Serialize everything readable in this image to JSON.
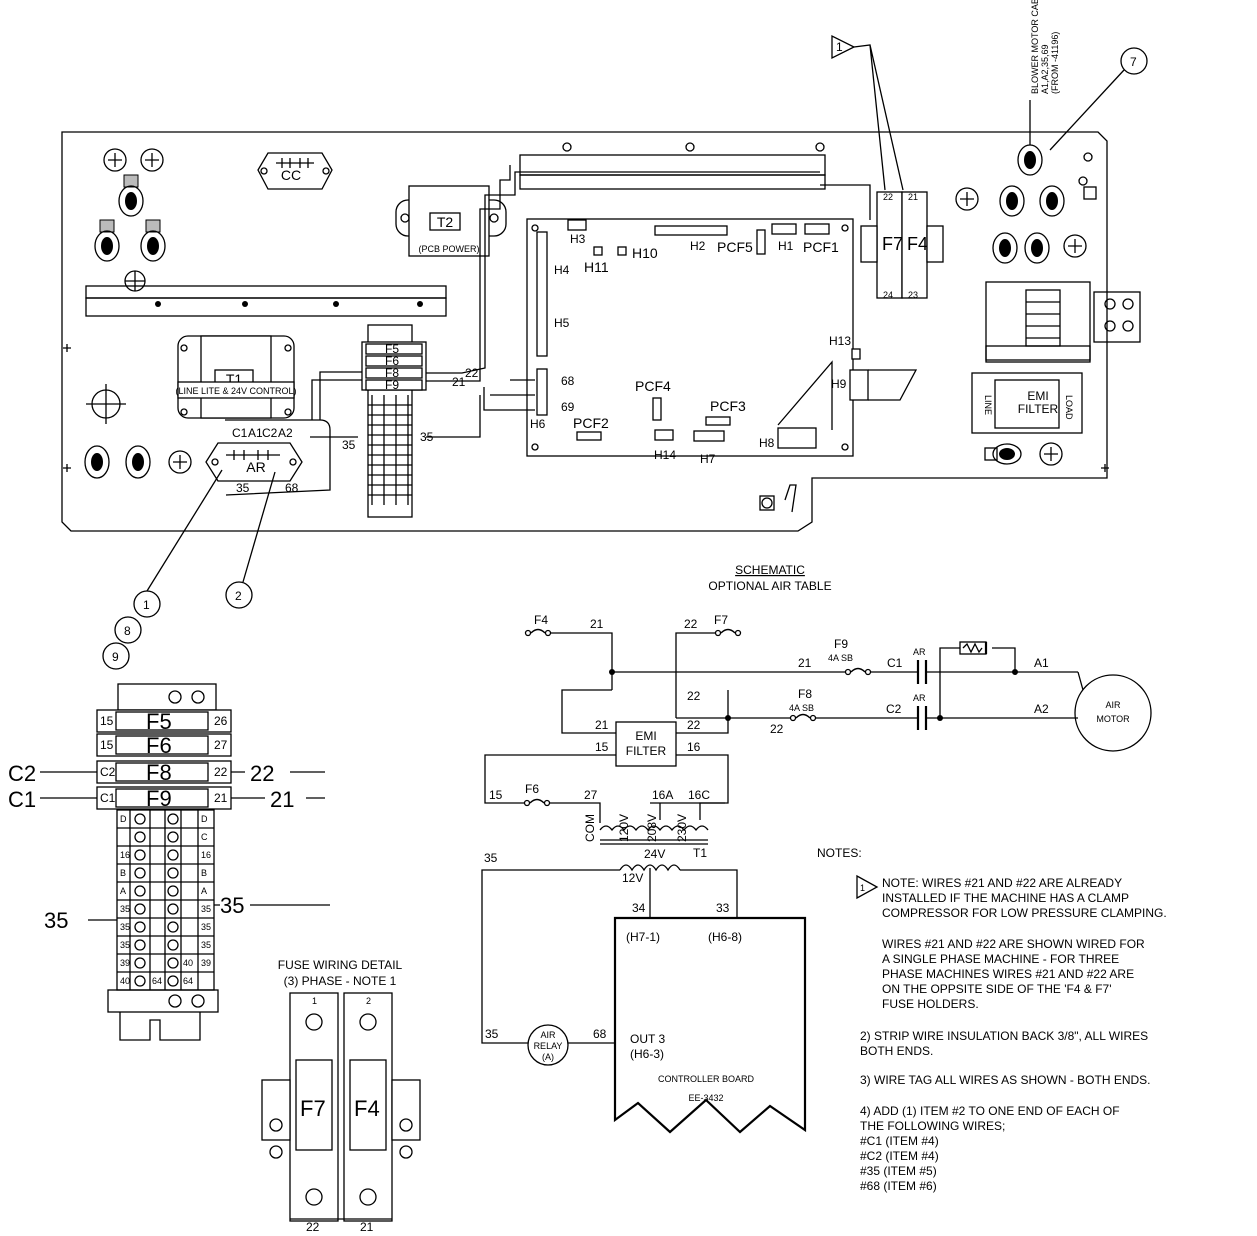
{
  "panel": {
    "cc_label": "CC",
    "t2_label": "T2",
    "t2_sub": "(PCB POWER)",
    "t1_label": "T1",
    "t1_sub": "(LINE LITE & 24V CONTROL)",
    "ar_label": "AR",
    "ar_terms": [
      "C1",
      "A1",
      "C2",
      "A2"
    ],
    "ar_bottom": [
      "35",
      "68"
    ],
    "fuse_strip": [
      "F5",
      "F6",
      "F8",
      "F9"
    ],
    "wire_labels": [
      "22",
      "21",
      "35",
      "35",
      "68",
      "69"
    ],
    "pcb_labels": [
      "H3",
      "H2",
      "PCF5",
      "H1",
      "PCF1",
      "H11",
      "H10",
      "H4",
      "H5",
      "H13",
      "H9",
      "H6",
      "PCF4",
      "PCF3",
      "PCF2",
      "H14",
      "H7",
      "H8"
    ],
    "f7_label": "F7",
    "f4_label": "F4",
    "f7_numbers": [
      "22",
      "24"
    ],
    "f4_numbers": [
      "21",
      "23"
    ],
    "emi_label": "EMI",
    "emi_label2": "FILTER",
    "emi_line": "LINE",
    "emi_load": "LOAD",
    "blower_text": [
      "BLOWER MOTOR CABLE",
      "A1,A2,35,69",
      "(FROM -41196)"
    ]
  },
  "callouts": [
    "1",
    "7",
    "1",
    "2",
    "8",
    "9"
  ],
  "terminal_detail": {
    "fuses": [
      "F5",
      "F6",
      "F8",
      "F9"
    ],
    "left_nums": [
      "15",
      "15",
      "C2",
      "C1"
    ],
    "right_nums": [
      "26",
      "27",
      "22",
      "21"
    ],
    "left_wires": [
      "C2",
      "C1"
    ],
    "right_wires": [
      "22",
      "21"
    ],
    "row_left": [
      "D",
      "16",
      "B",
      "A",
      "35",
      "35",
      "35",
      "39",
      "40",
      "64"
    ],
    "row_right": [
      "D",
      "C",
      "16",
      "B",
      "A",
      "35",
      "35",
      "35",
      "39",
      "40",
      "64"
    ],
    "wire_35_left": "35",
    "wire_35_right": "35"
  },
  "fuse_wiring_detail": {
    "title": "FUSE WIRING DETAIL",
    "subtitle": "(3) PHASE - NOTE 1",
    "f7": "F7",
    "f4": "F4",
    "top": [
      "1",
      "2"
    ],
    "bottom": [
      "22",
      "21"
    ]
  },
  "schematic": {
    "title": "SCHEMATIC",
    "subtitle": "OPTIONAL AIR TABLE",
    "f4": "F4",
    "f7": "F7",
    "w21a": "21",
    "w22a": "22",
    "f9": "F9",
    "f9_rating": "4A  SB",
    "f8": "F8",
    "f8_rating": "4A  SB",
    "w21b": "21",
    "w22b": "22",
    "w22c": "22",
    "c1": "C1",
    "c2": "C2",
    "ar1": "AR",
    "ar2": "AR",
    "a1": "A1",
    "a2": "A2",
    "air_motor_1": "AIR",
    "air_motor_2": "MOTOR",
    "emi_1": "EMI",
    "emi_2": "FILTER",
    "emi_21": "21",
    "emi_22": "22",
    "emi_15": "15",
    "emi_16": "16",
    "w15": "15",
    "f6": "F6",
    "w27": "27",
    "w16a": "16A",
    "w16c": "16C",
    "taps": [
      "COM",
      "120V",
      "208V",
      "230V"
    ],
    "v24": "24V",
    "t1": "T1",
    "v12": "12V",
    "w35": "35",
    "w34": "34",
    "w33": "33",
    "h7": "(H7-1)",
    "h6": "(H6-8)",
    "w35b": "35",
    "relay_1": "AIR",
    "relay_2": "RELAY",
    "relay_3": "(A)",
    "w68": "68",
    "out3": "OUT 3",
    "h63": "(H6-3)",
    "board_1": "CONTROLLER BOARD",
    "board_2": "EE-3432"
  },
  "notes": {
    "heading": "NOTES:",
    "n1_marker": "1",
    "n1": [
      "NOTE: WIRES #21 AND #22 ARE ALREADY",
      "INSTALLED IF THE MACHINE HAS A CLAMP",
      "COMPRESSOR FOR LOW PRESSURE CLAMPING."
    ],
    "n1b": [
      "WIRES #21 AND #22 ARE SHOWN WIRED FOR",
      "A SINGLE PHASE MACHINE - FOR THREE",
      "PHASE MACHINES WIRES #21 AND #22 ARE",
      "ON THE OPPSITE SIDE OF THE 'F4 & F7'",
      "FUSE HOLDERS."
    ],
    "n2": [
      "2) STRIP WIRE INSULATION BACK 3/8\", ALL WIRES",
      "    BOTH ENDS."
    ],
    "n3": [
      "3) WIRE TAG ALL WIRES AS SHOWN - BOTH ENDS."
    ],
    "n4": [
      "4) ADD (1) ITEM #2 TO ONE END OF EACH OF",
      "    THE FOLLOWING WIRES;",
      "        #C1  (ITEM  #4)",
      "        #C2  (ITEM  #4)",
      "        #35  (ITEM  #5)",
      "        #68  (ITEM  #6)"
    ]
  }
}
